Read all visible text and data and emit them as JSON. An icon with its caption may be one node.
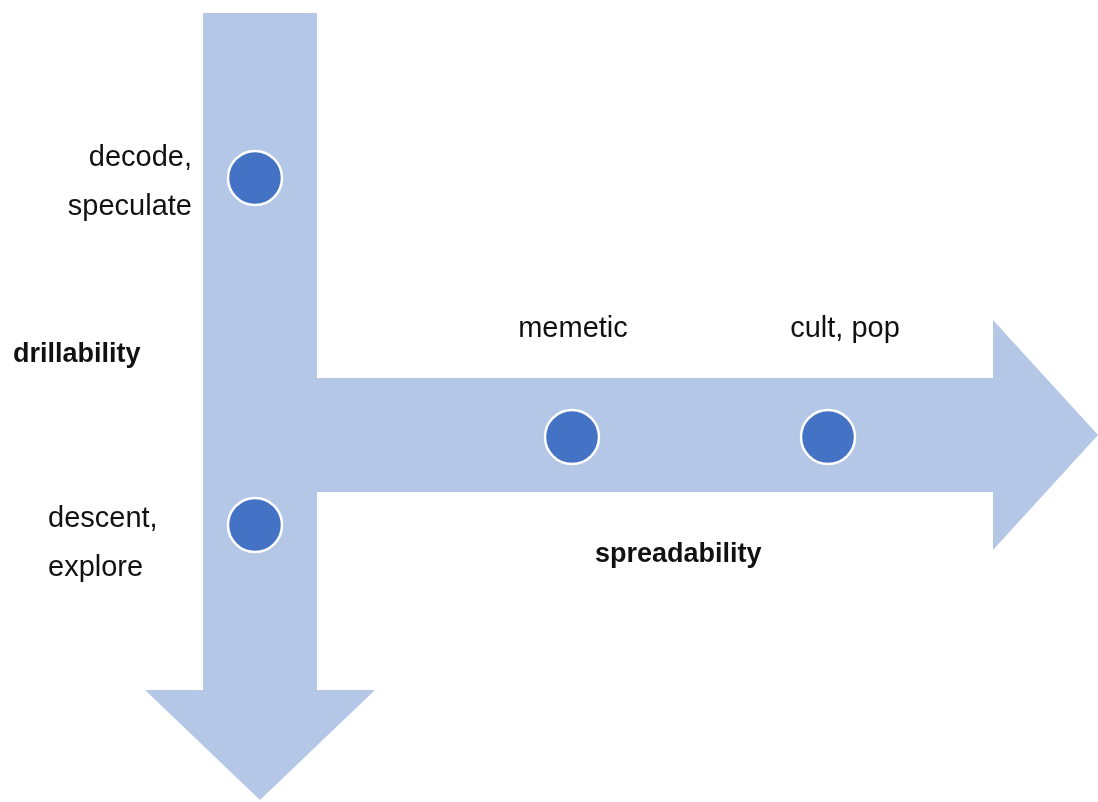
{
  "diagram": {
    "nodes": [
      {
        "text": [],
        "shape": "circle",
        "beside": [
          "decode, speculate"
        ]
      },
      {
        "text": [],
        "shape": "circle",
        "beside": [
          "descent, explore"
        ]
      },
      {
        "text": [],
        "shape": "circle",
        "beside": [
          "memetic"
        ]
      },
      {
        "text": [],
        "shape": "circle",
        "beside": [
          "cult, pop"
        ]
      }
    ],
    "labels": [
      "drillability",
      "spreadability"
    ]
  }
}
